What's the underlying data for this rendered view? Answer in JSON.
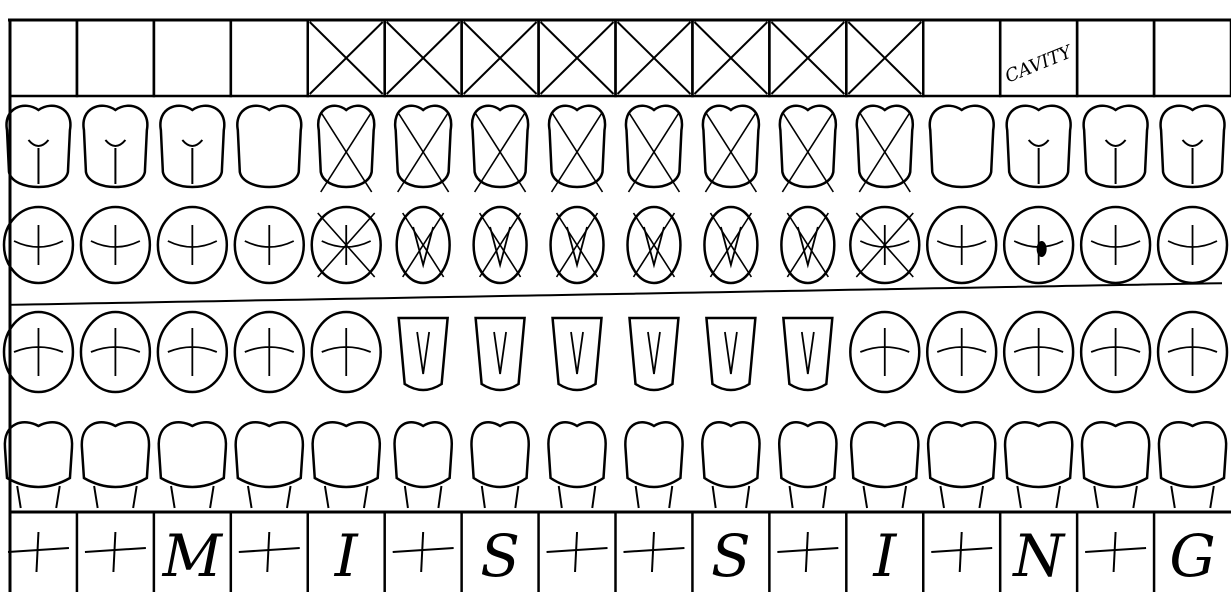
{
  "top_row": {
    "marks": [
      "",
      "",
      "",
      "",
      "X",
      "X",
      "X",
      "X",
      "X",
      "X",
      "X",
      "X",
      "",
      "CAVITY",
      "",
      ""
    ]
  },
  "upper_buccal": {
    "crossed": [
      false,
      false,
      false,
      false,
      true,
      true,
      true,
      true,
      true,
      true,
      true,
      true,
      false,
      false,
      false,
      false
    ]
  },
  "upper_occlusal": {
    "crossed": [
      false,
      false,
      false,
      false,
      true,
      true,
      true,
      true,
      true,
      true,
      true,
      true,
      false,
      false,
      false,
      false
    ],
    "cavity_dot_index": 13
  },
  "bottom_row": {
    "marks": [
      "—",
      "—",
      "M",
      "—",
      "I",
      "—",
      "S",
      "—",
      "—",
      "S",
      "—",
      "I",
      "—",
      "N",
      "—",
      "G"
    ]
  },
  "line_color": "#000000"
}
